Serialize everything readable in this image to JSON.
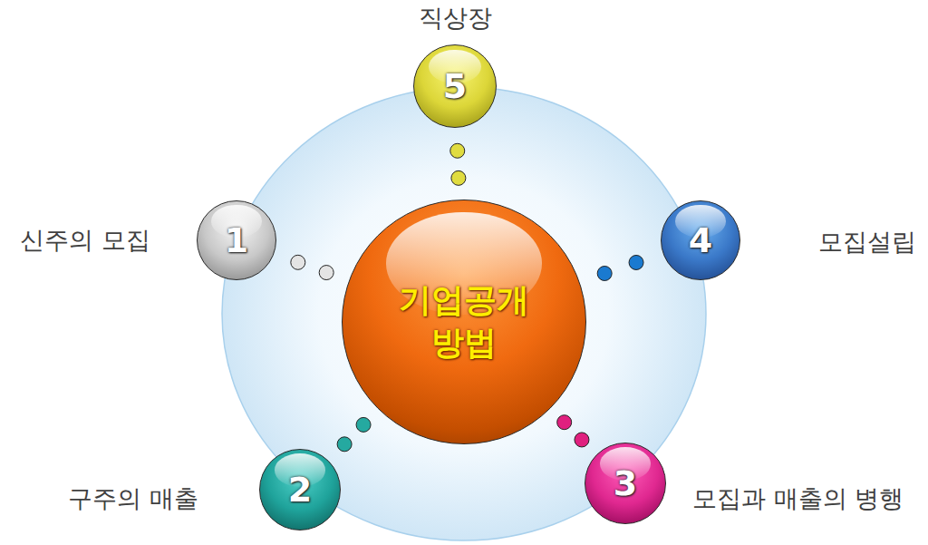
{
  "diagram": {
    "nodes": [
      {
        "text": [
          "기업공개 방법"
        ]
      },
      {
        "text": [
          "1",
          "신주의 모집"
        ]
      },
      {
        "text": [
          "2",
          "구주의 매출"
        ]
      },
      {
        "text": [
          "3",
          "모집과 매출의 병행"
        ]
      },
      {
        "text": [
          "4",
          "모집설립"
        ]
      },
      {
        "text": [
          "5",
          "직상장"
        ]
      }
    ],
    "edges": [
      {
        "from": 0,
        "to": 1,
        "arrow": "none"
      },
      {
        "from": 0,
        "to": 2,
        "arrow": "none"
      },
      {
        "from": 0,
        "to": 3,
        "arrow": "none"
      },
      {
        "from": 0,
        "to": 4,
        "arrow": "none"
      },
      {
        "from": 0,
        "to": 5,
        "arrow": "none"
      }
    ]
  }
}
